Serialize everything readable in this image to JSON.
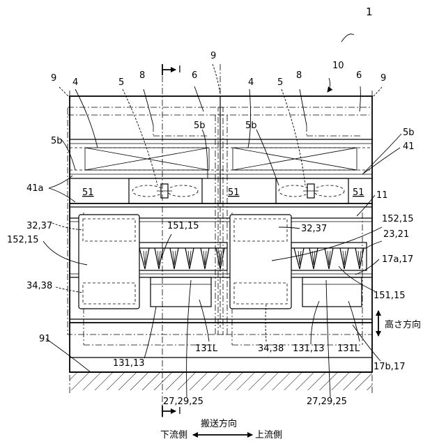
{
  "labels": {
    "l1": "1",
    "l10": "10",
    "l9a": "9",
    "l9b": "9",
    "l9c": "9",
    "l4a": "4",
    "l5a": "5",
    "l8a": "8",
    "l6a": "6",
    "l4b": "4",
    "l5b": "5",
    "l8b": "8",
    "l6b": "6",
    "l5b_1": "5b",
    "l5b_2": "5b",
    "l5b_3": "5b",
    "l5b_4": "5b",
    "l41": "41",
    "l41a": "41a",
    "l51a": "51",
    "l51b": "51",
    "l51c": "51",
    "l11": "11",
    "l32_37a": "32,37",
    "l152_15a": "152,15",
    "l151_15a": "151,15",
    "l32_37b": "32,37",
    "l152_15b": "152,15",
    "l23_21": "23,21",
    "l17a_17": "17a,17",
    "l34_38a": "34,38",
    "l151_15b": "151,15",
    "l91": "91",
    "l131_13a": "131,13",
    "l131La": "131L",
    "l34_38b": "34,38",
    "l131_13b": "131,13",
    "l131Lb": "131L",
    "l17b_17": "17b,17",
    "l27a": "27,29,25",
    "l27b": "27,29,25",
    "height_dir": "高さ方向",
    "section_top": "I",
    "section_bottom": "I",
    "conveyance_dir": "搬送方向",
    "downstream": "下流側",
    "upstream": "上流側"
  }
}
